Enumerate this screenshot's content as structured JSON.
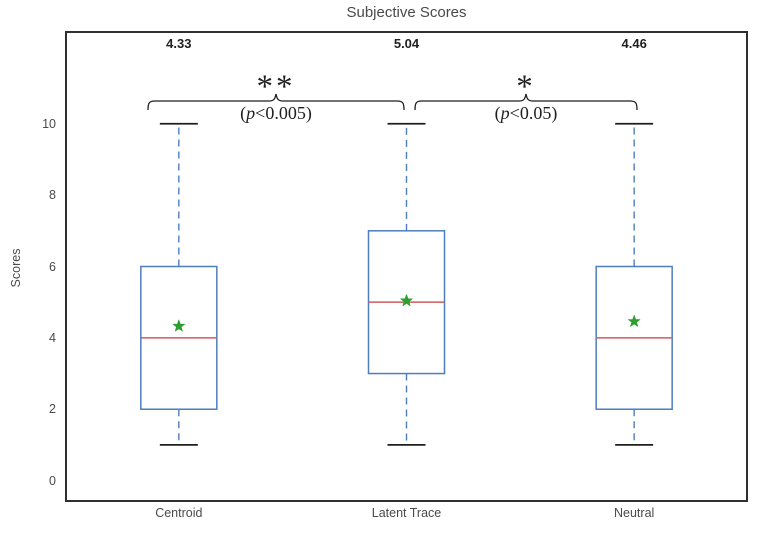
{
  "title": "Subjective Scores",
  "ylabel": "Scores",
  "chart_data": {
    "type": "boxplot",
    "title": "Subjective Scores",
    "xlabel": "",
    "ylabel": "Scores",
    "categories": [
      "Centroid",
      "Latent Trace",
      "Neutral"
    ],
    "yticks": [
      0,
      2,
      4,
      6,
      8,
      10
    ],
    "ylim": [
      -0.6,
      12.6
    ],
    "grid": false,
    "series": [
      {
        "category": "Centroid",
        "whisker_low": 1,
        "q1": 2,
        "median": 4,
        "q3": 6,
        "whisker_high": 10,
        "mean": 4.33,
        "mean_label": "4.33"
      },
      {
        "category": "Latent Trace",
        "whisker_low": 1,
        "q1": 3,
        "median": 5,
        "q3": 7,
        "whisker_high": 10,
        "mean": 5.04,
        "mean_label": "5.04"
      },
      {
        "category": "Neutral",
        "whisker_low": 1,
        "q1": 2,
        "median": 4,
        "q3": 6,
        "whisker_high": 10,
        "mean": 4.46,
        "mean_label": "4.46"
      }
    ],
    "significance_annotations": [
      {
        "from": "Centroid",
        "to": "Latent Trace",
        "stars": "**",
        "p_label": "(p<0.005)"
      },
      {
        "from": "Latent Trace",
        "to": "Neutral",
        "stars": "*",
        "p_label": "(p<0.05)"
      }
    ],
    "colors": {
      "box_edge": "#4d7ebf",
      "box_fill": "#ffffff",
      "median": "#cf5b5b",
      "whisker": "#4d7ebf",
      "cap": "#1f1f1f",
      "mean_marker": "#2e9e2e",
      "mean_text": "#1f1f1f",
      "annotation": "#1f1f1f",
      "frame": "#2f2f2f",
      "tick_text": "#4a4a4a"
    }
  }
}
